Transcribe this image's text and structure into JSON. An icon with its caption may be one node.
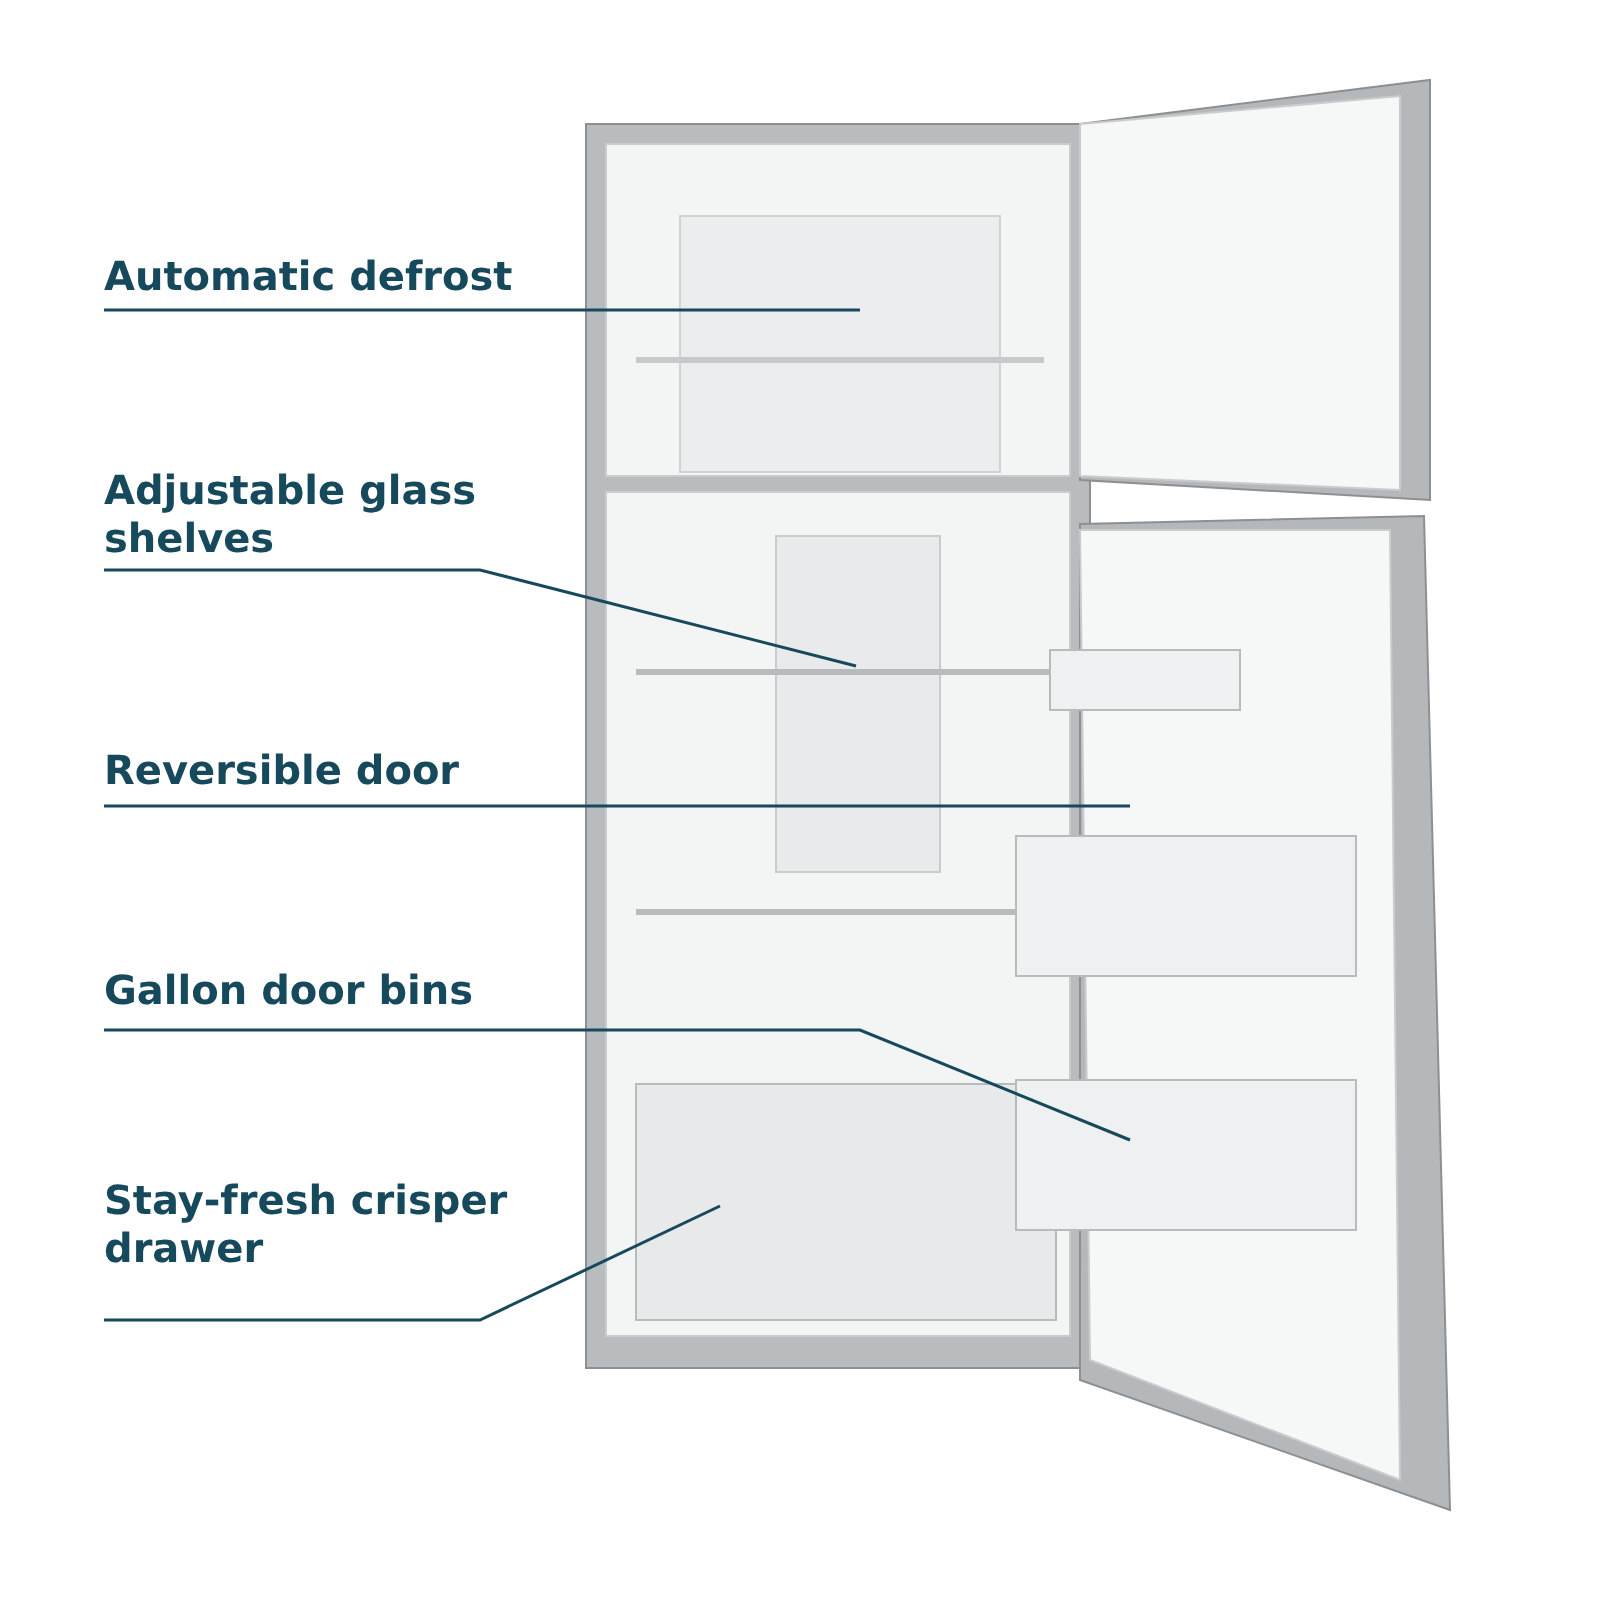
{
  "diagram": {
    "nodes": [
      {
        "text": [
          "Automatic defrost"
        ]
      },
      {
        "text": [
          "Adjustable glass shelves"
        ]
      },
      {
        "text": [
          "Reversible door"
        ]
      },
      {
        "text": [
          "Gallon door bins"
        ]
      },
      {
        "text": [
          "Stay-fresh crisper drawer"
        ]
      }
    ],
    "edges": [
      {
        "from": 0,
        "to": null,
        "arrow": "none"
      },
      {
        "from": 1,
        "to": null,
        "arrow": "none"
      },
      {
        "from": 2,
        "to": null,
        "arrow": "none"
      },
      {
        "from": 3,
        "to": null,
        "arrow": "none"
      },
      {
        "from": 4,
        "to": null,
        "arrow": "none"
      }
    ]
  }
}
